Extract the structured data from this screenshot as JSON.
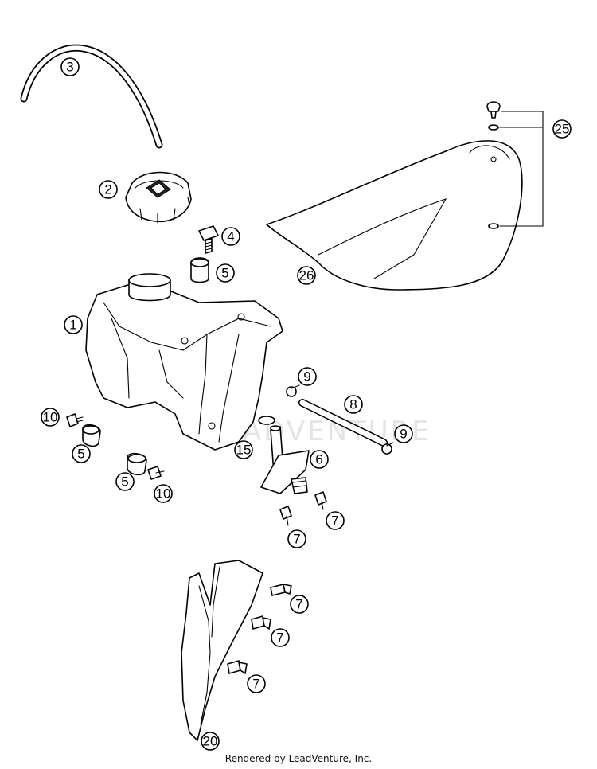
{
  "callouts": [
    {
      "id": "c1",
      "label": "1"
    },
    {
      "id": "c2",
      "label": "2"
    },
    {
      "id": "c3",
      "label": "3"
    },
    {
      "id": "c4",
      "label": "4"
    },
    {
      "id": "c5a",
      "label": "5"
    },
    {
      "id": "c5b",
      "label": "5"
    },
    {
      "id": "c5c",
      "label": "5"
    },
    {
      "id": "c6",
      "label": "6"
    },
    {
      "id": "c7a",
      "label": "7"
    },
    {
      "id": "c7b",
      "label": "7"
    },
    {
      "id": "c7c",
      "label": "7"
    },
    {
      "id": "c7d",
      "label": "7"
    },
    {
      "id": "c7e",
      "label": "7"
    },
    {
      "id": "c8",
      "label": "8"
    },
    {
      "id": "c9a",
      "label": "9"
    },
    {
      "id": "c9b",
      "label": "9"
    },
    {
      "id": "c10a",
      "label": "10"
    },
    {
      "id": "c10b",
      "label": "10"
    },
    {
      "id": "c15",
      "label": "15"
    },
    {
      "id": "c20",
      "label": "20"
    },
    {
      "id": "c25",
      "label": "25"
    },
    {
      "id": "c26",
      "label": "26"
    }
  ],
  "watermark": "ADVENTURE",
  "footer": {
    "credit": "Rendered by LeadVenture, Inc."
  }
}
